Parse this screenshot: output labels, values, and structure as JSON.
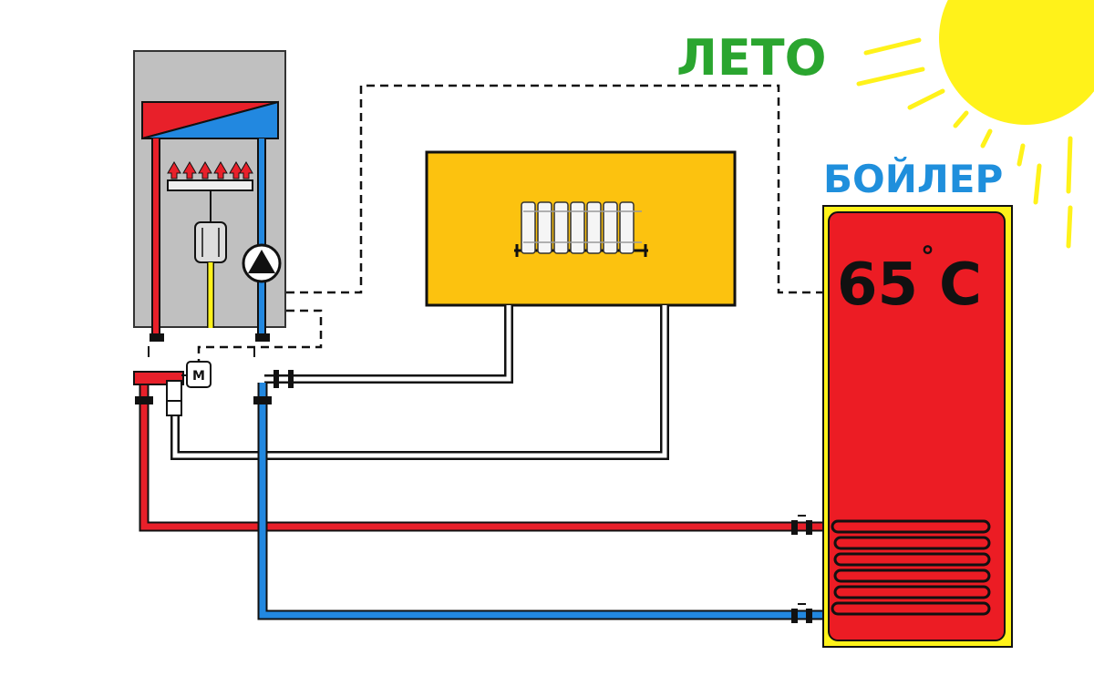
{
  "labels": {
    "season": "ЛЕТО",
    "tank": "БОЙЛЕР",
    "temperature": "65",
    "degree": "°",
    "unit": "C",
    "motor": "M"
  },
  "colors": {
    "season": "#2aa52f",
    "tank": "#1f8fdc",
    "hot": "#e8202a",
    "cold": "#2288e0",
    "radiator_panel": "#fcc20f",
    "sun": "#fff21a",
    "boiler_casing": "#c0c0c0",
    "tank_body": "#ec1c24"
  },
  "icons": [
    "sun-icon",
    "burner-flame-icon",
    "circulation-pump-icon",
    "radiator-icon",
    "three-way-valve-icon",
    "motor-icon",
    "heat-exchanger-coil-icon"
  ]
}
